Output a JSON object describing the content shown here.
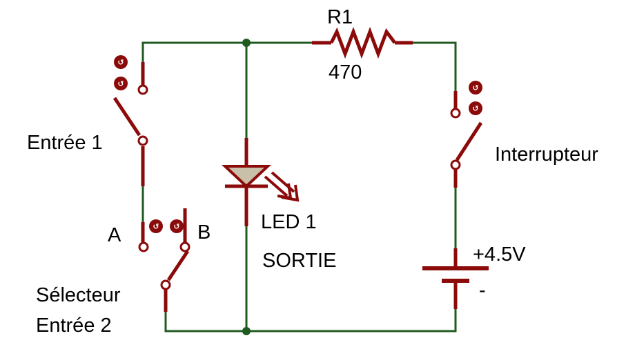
{
  "colors": {
    "wire": "#1f5a1f",
    "component": "#8b0a0a",
    "led_fill": "#c8c0a8",
    "junction": "#1f5a1f",
    "text": "#000000"
  },
  "labels": {
    "resistor_ref": "R1",
    "resistor_value": "470",
    "input1": "Entrée 1",
    "switch_label": "Interrupteur",
    "selector_a": "A",
    "selector_b": "B",
    "led_ref": "LED 1",
    "output": "SORTIE",
    "battery_plus": "+4.5V",
    "battery_minus": "-",
    "selector_line1": "Sélecteur",
    "selector_line2": "Entrée 2"
  },
  "pin_marker_glyph": "↺"
}
